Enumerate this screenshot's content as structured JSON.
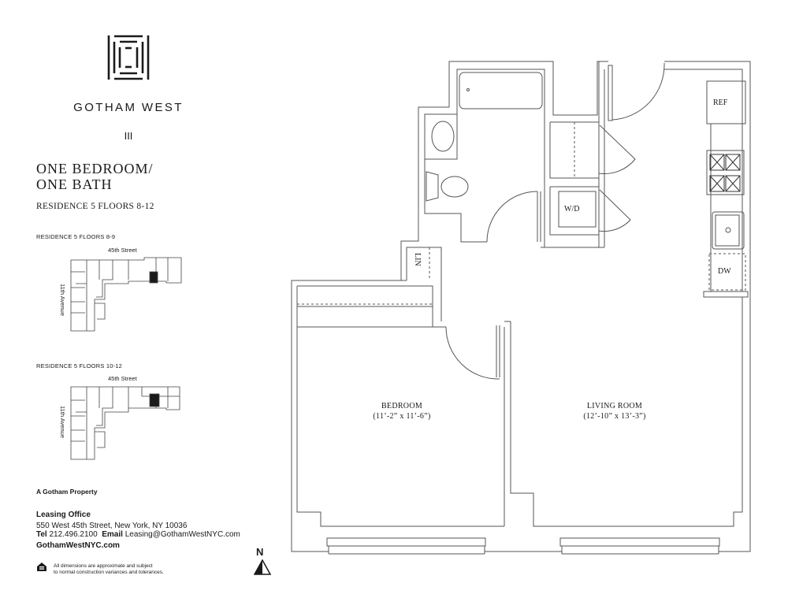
{
  "brand": {
    "logo": "Gotham West logo",
    "name": "GOTHAM WEST",
    "numeral": "III"
  },
  "unit": {
    "title_line1": "ONE BEDROOM/",
    "title_line2": "ONE BATH",
    "residence": "RESIDENCE 5 FLOORS 8-12"
  },
  "key_plans": [
    {
      "label": "RESIDENCE 5 FLOORS 8-9",
      "street": "45th Street",
      "avenue": "11th Avenue"
    },
    {
      "label": "RESIDENCE 5 FLOORS 10-12",
      "street": "45th Street",
      "avenue": "11th Avenue"
    }
  ],
  "footer": {
    "property": "A Gotham Property",
    "leasing_title": "Leasing Office",
    "address": "550 West 45th Street, New York, NY 10036",
    "tel_label": "Tel",
    "tel": "212.496.2100",
    "email_label": "Email",
    "email": "Leasing@GothamWestNYC.com",
    "website": "GothamWestNYC.com",
    "disclaimer_line1": "All dimensions are approximate and subject",
    "disclaimer_line2": "to normal construction variances and tolerances.",
    "equal_housing_icon": "equal-housing-icon"
  },
  "north": "N",
  "plan": {
    "bedroom": {
      "name": "BEDROOM",
      "dims": "(11’-2” x 11’-6”)"
    },
    "living": {
      "name": "LIVING ROOM",
      "dims": "(12’-10” x 13’-3”)"
    },
    "ref": "REF",
    "wd": "W/D",
    "dw": "DW",
    "lin": "LIN"
  }
}
